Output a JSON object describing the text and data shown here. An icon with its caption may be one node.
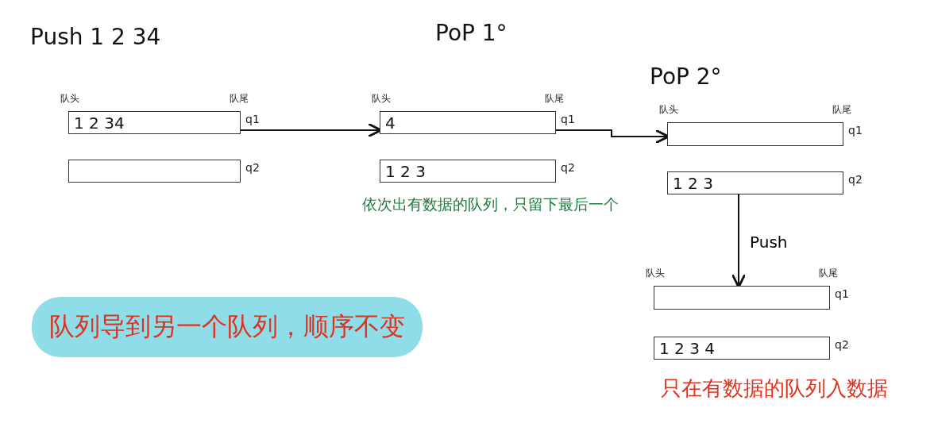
{
  "diagram": {
    "nodes": [
      {
        "text": [
          "1 2 34"
        ],
        "beside": [
          "队头",
          "队尾",
          "q1"
        ]
      },
      {
        "text": [],
        "shape": "box",
        "beside": [
          "q2"
        ]
      },
      {
        "text": [
          "4"
        ],
        "beside": [
          "队头",
          "队尾",
          "q1"
        ]
      },
      {
        "text": [
          "1 2 3"
        ],
        "beside": [
          "q2"
        ]
      },
      {
        "text": [],
        "shape": "box",
        "beside": [
          "队头",
          "队尾",
          "q1"
        ]
      },
      {
        "text": [
          "1 2 3"
        ],
        "beside": [
          "q2"
        ]
      },
      {
        "text": [],
        "shape": "box",
        "beside": [
          "队头",
          "队尾",
          "q1"
        ]
      },
      {
        "text": [
          "1 2 3 4"
        ],
        "beside": [
          "q2"
        ]
      }
    ],
    "edges": [
      {
        "from": 0,
        "to": 2,
        "arrow": "to"
      },
      {
        "from": 2,
        "to": 4,
        "arrow": "to"
      },
      {
        "from": 5,
        "to": 6,
        "arrow": "to",
        "label": "Push"
      }
    ],
    "labels": [
      "Push 1 2 34",
      "PoP 1°",
      "PoP 2°",
      "依次出有数据的队列，只留下最后一个",
      "队列导到另一个队列，顺序不变",
      "只在有数据的队列入数据"
    ]
  }
}
